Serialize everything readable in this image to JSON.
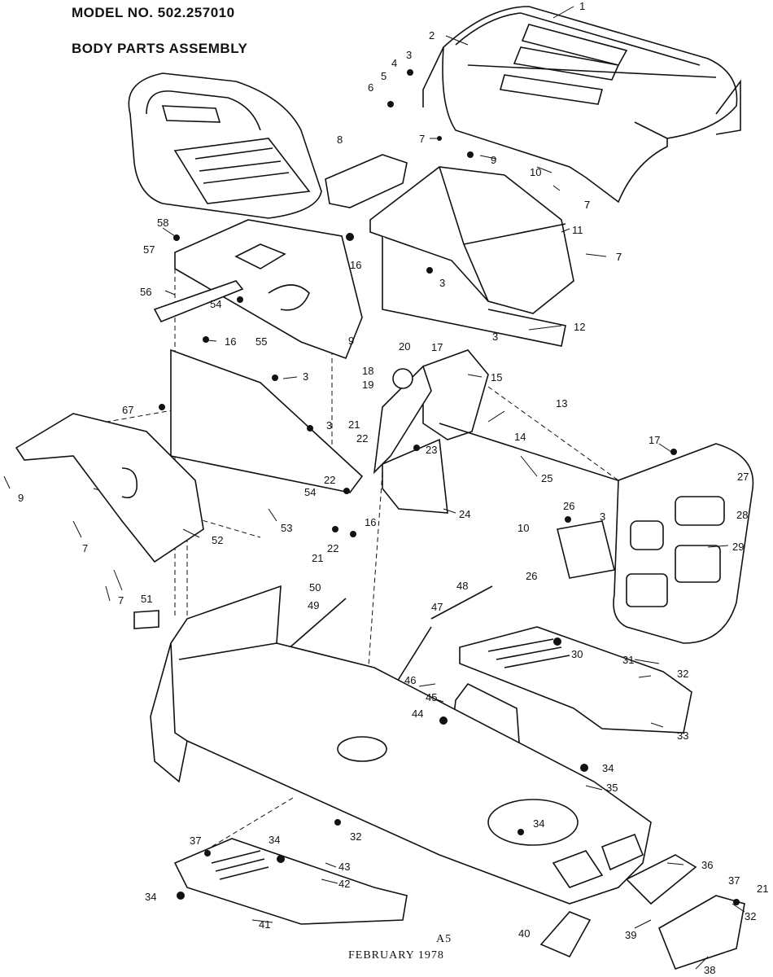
{
  "header": {
    "model": "MODEL NO. 502.257010",
    "subtitle": "BODY PARTS ASSEMBLY"
  },
  "footer": {
    "code": "A5",
    "date": "FEBRUARY 1978"
  },
  "callouts": [
    "1",
    "2",
    "3",
    "4",
    "5",
    "6",
    "7",
    "7",
    "7",
    "8",
    "9",
    "10",
    "7",
    "11",
    "16",
    "3",
    "7",
    "58",
    "57",
    "56",
    "54",
    "55",
    "9",
    "3",
    "12",
    "16",
    "3",
    "20",
    "17",
    "18",
    "15",
    "19",
    "13",
    "67",
    "3",
    "21",
    "22",
    "14",
    "23",
    "25",
    "17",
    "27",
    "9",
    "22",
    "54",
    "16",
    "24",
    "10",
    "26",
    "3",
    "28",
    "7",
    "52",
    "53",
    "21",
    "22",
    "29",
    "7",
    "26",
    "50",
    "48",
    "51",
    "49",
    "47",
    "30",
    "31",
    "32",
    "46",
    "45",
    "44",
    "33",
    "34",
    "35",
    "34",
    "37",
    "34",
    "32",
    "43",
    "42",
    "36",
    "34",
    "37",
    "21",
    "41",
    "40",
    "39",
    "32",
    "38"
  ]
}
